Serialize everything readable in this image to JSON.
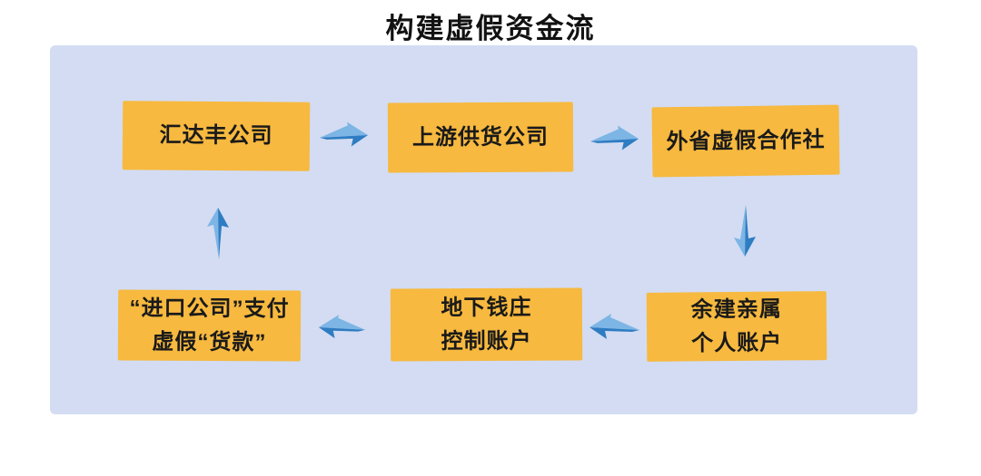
{
  "title": "构建虚假资金流",
  "colors": {
    "page_bg": "#ffffff",
    "panel_bg": "#d3dcf2",
    "node_bg": "#f7b93f",
    "node_text": "#1a1a1a",
    "arrow_light": "#7db5e5",
    "arrow_dark": "#2e7cc2",
    "title_text": "#121212"
  },
  "diagram": {
    "nodes": [
      {
        "id": "huidafeng-company",
        "label": "汇达丰公司",
        "lines": [
          "汇达丰公司"
        ]
      },
      {
        "id": "upstream-supplier",
        "label": "上游供货公司",
        "lines": [
          "上游供货公司"
        ]
      },
      {
        "id": "fake-cooperative",
        "label": "外省虚假合作社",
        "lines": [
          "外省虚假合作社"
        ]
      },
      {
        "id": "import-company-payment",
        "label": "“进口公司”支付虚假“货款”",
        "lines": [
          "“进口公司”支付",
          "虚假“货款”"
        ]
      },
      {
        "id": "underground-bank-account",
        "label": "地下钱庄控制账户",
        "lines": [
          "地下钱庄",
          "控制账户"
        ]
      },
      {
        "id": "relatives-personal-account",
        "label": "余建亲属个人账户",
        "lines": [
          "余建亲属",
          "个人账户"
        ]
      }
    ],
    "edges": [
      {
        "from": "汇达丰公司",
        "to": "上游供货公司",
        "direction": "right"
      },
      {
        "from": "上游供货公司",
        "to": "外省虚假合作社",
        "direction": "right"
      },
      {
        "from": "外省虚假合作社",
        "to": "余建亲属个人账户",
        "direction": "down"
      },
      {
        "from": "余建亲属个人账户",
        "to": "地下钱庄控制账户",
        "direction": "left"
      },
      {
        "from": "地下钱庄控制账户",
        "to": "“进口公司”支付虚假“货款”",
        "direction": "left"
      },
      {
        "from": "“进口公司”支付虚假“货款”",
        "to": "汇达丰公司",
        "direction": "up"
      }
    ]
  }
}
